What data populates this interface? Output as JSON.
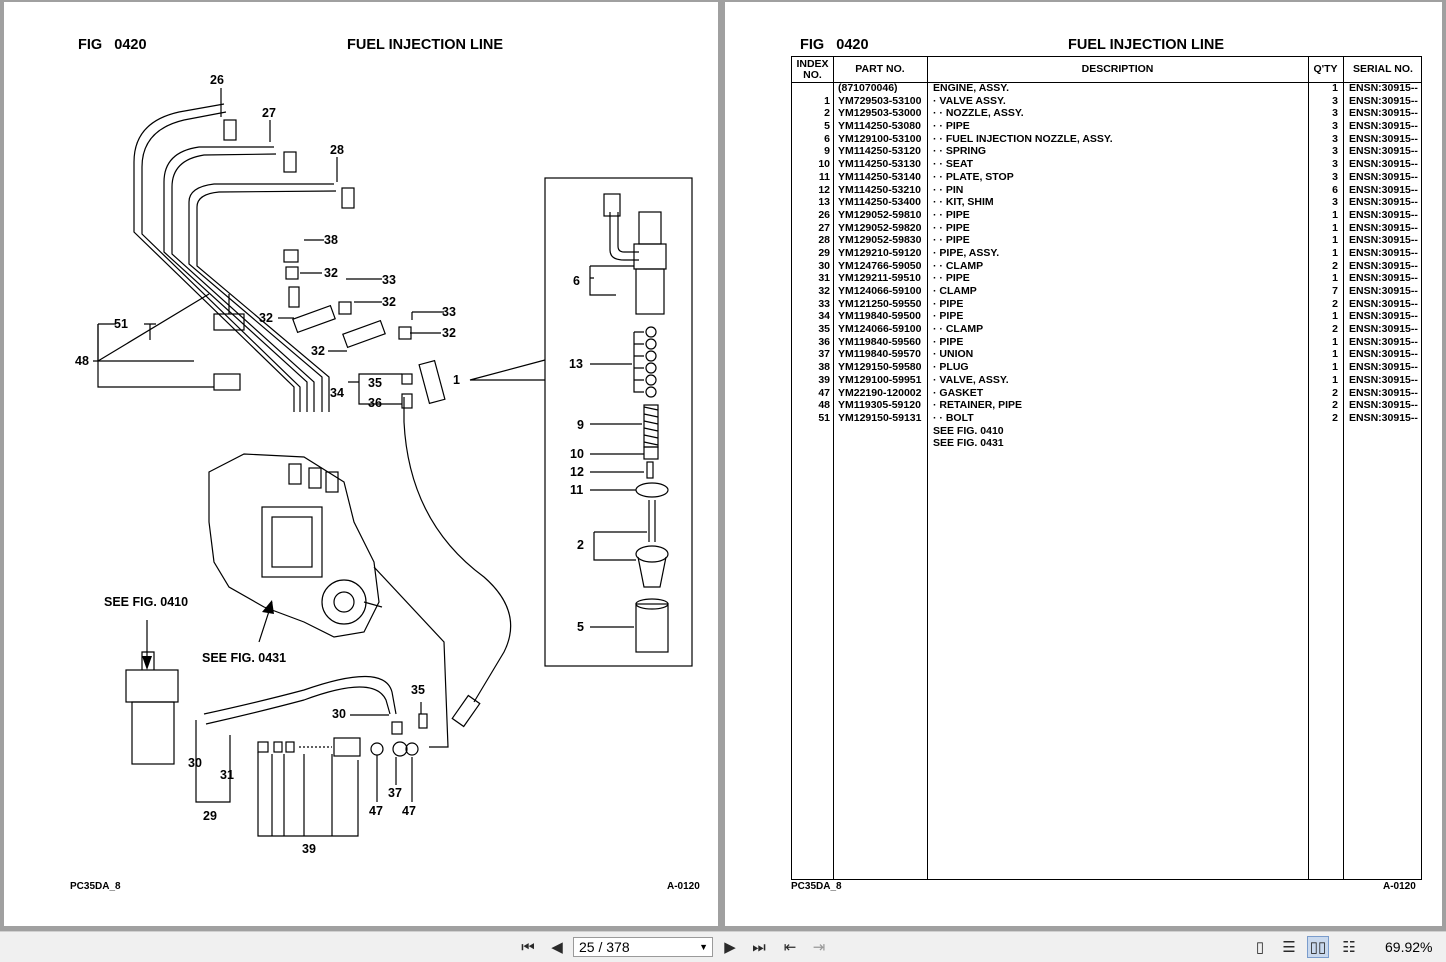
{
  "document": {
    "fig_label": "FIG",
    "fig_number": "0420",
    "title": "FUEL INJECTION LINE",
    "footer_left": "PC35DA_8",
    "footer_right": "A-0120"
  },
  "diagram": {
    "callouts": [
      "26",
      "27",
      "28",
      "38",
      "32",
      "33",
      "32",
      "33",
      "32",
      "32",
      "51",
      "48",
      "34",
      "35",
      "36",
      "1",
      "6",
      "13",
      "9",
      "10",
      "12",
      "11",
      "2",
      "5",
      "35",
      "30",
      "30",
      "31",
      "29",
      "39",
      "47",
      "37",
      "47"
    ],
    "see_fig_0410": "SEE FIG. 0410",
    "see_fig_0431": "SEE FIG. 0431"
  },
  "parts_table": {
    "headers": {
      "index": "INDEX NO.",
      "part_no": "PART NO.",
      "description": "DESCRIPTION",
      "qty": "Q'TY",
      "serial_no": "SERIAL NO."
    },
    "rows": [
      {
        "index": "",
        "part_no": "(871070046)",
        "description": "ENGINE, ASSY.",
        "qty": "1",
        "serial": "ENSN:30915--"
      },
      {
        "index": "1",
        "part_no": "YM729503-53100",
        "description": "· VALVE ASSY.",
        "qty": "3",
        "serial": "ENSN:30915--"
      },
      {
        "index": "2",
        "part_no": "YM129503-53000",
        "description": "· · NOZZLE, ASSY.",
        "qty": "3",
        "serial": "ENSN:30915--"
      },
      {
        "index": "5",
        "part_no": "YM114250-53080",
        "description": "· · PIPE",
        "qty": "3",
        "serial": "ENSN:30915--"
      },
      {
        "index": "6",
        "part_no": "YM129100-53100",
        "description": "· · FUEL INJECTION NOZZLE, ASSY.",
        "qty": "3",
        "serial": "ENSN:30915--"
      },
      {
        "index": "9",
        "part_no": "YM114250-53120",
        "description": "· · SPRING",
        "qty": "3",
        "serial": "ENSN:30915--"
      },
      {
        "index": "10",
        "part_no": "YM114250-53130",
        "description": "· · SEAT",
        "qty": "3",
        "serial": "ENSN:30915--"
      },
      {
        "index": "11",
        "part_no": "YM114250-53140",
        "description": "· · PLATE, STOP",
        "qty": "3",
        "serial": "ENSN:30915--"
      },
      {
        "index": "12",
        "part_no": "YM114250-53210",
        "description": "· · PIN",
        "qty": "6",
        "serial": "ENSN:30915--"
      },
      {
        "index": "13",
        "part_no": "YM114250-53400",
        "description": "· · KIT, SHIM",
        "qty": "3",
        "serial": "ENSN:30915--"
      },
      {
        "index": "26",
        "part_no": "YM129052-59810",
        "description": "· · PIPE",
        "qty": "1",
        "serial": "ENSN:30915--"
      },
      {
        "index": "27",
        "part_no": "YM129052-59820",
        "description": "· · PIPE",
        "qty": "1",
        "serial": "ENSN:30915--"
      },
      {
        "index": "28",
        "part_no": "YM129052-59830",
        "description": "· · PIPE",
        "qty": "1",
        "serial": "ENSN:30915--"
      },
      {
        "index": "29",
        "part_no": "YM129210-59120",
        "description": "· PIPE, ASSY.",
        "qty": "1",
        "serial": "ENSN:30915--"
      },
      {
        "index": "30",
        "part_no": "YM124766-59050",
        "description": "· · CLAMP",
        "qty": "2",
        "serial": "ENSN:30915--"
      },
      {
        "index": "31",
        "part_no": "YM129211-59510",
        "description": "· · PIPE",
        "qty": "1",
        "serial": "ENSN:30915--"
      },
      {
        "index": "32",
        "part_no": "YM124066-59100",
        "description": "· CLAMP",
        "qty": "7",
        "serial": "ENSN:30915--"
      },
      {
        "index": "33",
        "part_no": "YM121250-59550",
        "description": "· PIPE",
        "qty": "2",
        "serial": "ENSN:30915--"
      },
      {
        "index": "34",
        "part_no": "YM119840-59500",
        "description": "· PIPE",
        "qty": "1",
        "serial": "ENSN:30915--"
      },
      {
        "index": "35",
        "part_no": "YM124066-59100",
        "description": "· · CLAMP",
        "qty": "2",
        "serial": "ENSN:30915--"
      },
      {
        "index": "36",
        "part_no": "YM119840-59560",
        "description": "· PIPE",
        "qty": "1",
        "serial": "ENSN:30915--"
      },
      {
        "index": "37",
        "part_no": "YM119840-59570",
        "description": "· UNION",
        "qty": "1",
        "serial": "ENSN:30915--"
      },
      {
        "index": "38",
        "part_no": "YM129150-59580",
        "description": "· PLUG",
        "qty": "1",
        "serial": "ENSN:30915--"
      },
      {
        "index": "39",
        "part_no": "YM129100-59951",
        "description": "· VALVE, ASSY.",
        "qty": "1",
        "serial": "ENSN:30915--"
      },
      {
        "index": "47",
        "part_no": "YM22190-120002",
        "description": "· GASKET",
        "qty": "2",
        "serial": "ENSN:30915--"
      },
      {
        "index": "48",
        "part_no": "YM119305-59120",
        "description": "· RETAINER, PIPE",
        "qty": "2",
        "serial": "ENSN:30915--"
      },
      {
        "index": "51",
        "part_no": "YM129150-59131",
        "description": "· · BOLT",
        "qty": "2",
        "serial": "ENSN:30915--"
      },
      {
        "index": "",
        "part_no": "",
        "description": "SEE FIG. 0410",
        "qty": "",
        "serial": ""
      },
      {
        "index": "",
        "part_no": "",
        "description": "SEE FIG. 0431",
        "qty": "",
        "serial": ""
      }
    ]
  },
  "toolbar": {
    "page_indicator": "25 / 378",
    "zoom": "69.92%",
    "icons": [
      "first-page-icon",
      "prev-page-icon",
      "next-page-icon",
      "last-page-icon",
      "go-back-icon",
      "go-forward-icon",
      "single-page-icon",
      "continuous-icon",
      "two-page-icon",
      "two-page-continuous-icon"
    ]
  }
}
